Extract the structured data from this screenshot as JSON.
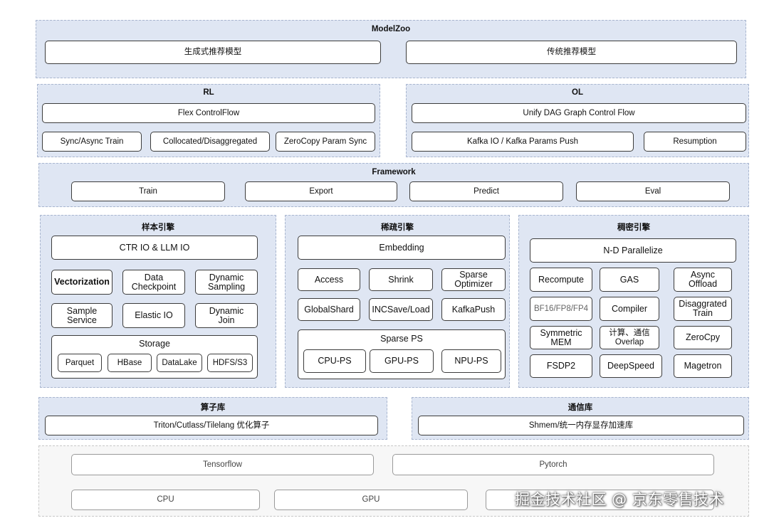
{
  "modelzoo": {
    "title": "ModelZoo",
    "items": [
      "生成式推荐模型",
      "传统推荐模型"
    ]
  },
  "rl": {
    "title": "RL",
    "main": "Flex ControlFlow",
    "items": [
      "Sync/Async Train",
      "Collocated/Disaggregated",
      "ZeroCopy Param Sync"
    ]
  },
  "ol": {
    "title": "OL",
    "main": "Unify DAG Graph Control Flow",
    "items": [
      "Kafka  IO / Kafka Params Push",
      "Resumption"
    ]
  },
  "framework": {
    "title": "Framework",
    "items": [
      "Train",
      "Export",
      "Predict",
      "Eval"
    ]
  },
  "sample_engine": {
    "title": "样本引擎",
    "main": "CTR IO & LLM IO",
    "items": [
      "Vectorization",
      "Data\nCheckpoint",
      "Dynamic\nSampling",
      "Sample\nService",
      "Elastic IO",
      "Dynamic\nJoin"
    ],
    "storage": {
      "title": "Storage",
      "items": [
        "Parquet",
        "HBase",
        "DataLake",
        "HDFS/S3"
      ]
    }
  },
  "sparse_engine": {
    "title": "稀疏引擎",
    "main": "Embedding",
    "items": [
      "Access",
      "Shrink",
      "Sparse\nOptimizer",
      "GlobalShard",
      "INCSave/Load",
      "KafkaPush"
    ],
    "ps": {
      "title": "Sparse PS",
      "items": [
        "CPU-PS",
        "GPU-PS",
        "NPU-PS"
      ]
    }
  },
  "dense_engine": {
    "title": "稠密引擎",
    "main": "N-D Parallelize",
    "items": [
      "Recompute",
      "GAS",
      "Async\nOffload",
      "BF16/FP8/FP4",
      "Compiler",
      "Disaggrated\nTrain",
      "Symmetric\nMEM",
      "计算、通信\nOverlap",
      "ZeroCpy",
      "FSDP2",
      "DeepSpeed",
      "Magetron"
    ]
  },
  "operator_lib": {
    "title": "算子库",
    "item": "Triton/Cutlass/Tilelang 优化算子"
  },
  "comm_lib": {
    "title": "通信库",
    "item": "Shmem/统一内存显存加速库"
  },
  "base": {
    "frameworks": [
      "Tensorflow",
      "Pytorch"
    ],
    "hardware": [
      "CPU",
      "GPU",
      ""
    ]
  },
  "watermark": "掘金技术社区 @ 京东零售技术"
}
